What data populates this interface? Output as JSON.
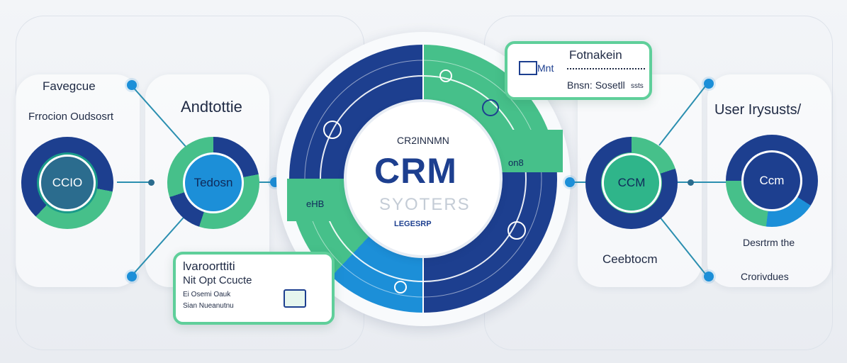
{
  "center": {
    "top_text": "CR2INNMN",
    "title": "CRM",
    "subtitle": "SYOTERS",
    "bottom_text": "LEGESRP"
  },
  "wheel_labels": {
    "right": "on8",
    "left": "eHB"
  },
  "left_panel": {
    "heading": "Favegcue",
    "subheading": "Frrocion Oudsosrt",
    "ring1_label": "CCIO",
    "ring2_title": "Andtottie",
    "ring2_label": "Tedosn"
  },
  "bottom_callout": {
    "line1": "lvaroorttiti",
    "line2": "Nit Opt Ccucte",
    "line3": "Ei Osemi Oauk",
    "line4": "Sian Nueanutnu"
  },
  "top_callout": {
    "title": "Fotnakein",
    "logo_text": "Mnt",
    "small_text": "Bnsn: Sosetll",
    "suffix": "ssts"
  },
  "right_panel": {
    "heading": "User Irysusts/",
    "ring1_label": "CCM",
    "ring1_caption": "Ceebtocm",
    "ring2_label": "Ccm",
    "ring2_caption1": "Desrtrm the",
    "ring2_caption2": "Crorivdues"
  },
  "colors": {
    "navy": "#1d3f8f",
    "green": "#46c08a",
    "blue": "#1c8fd8",
    "callout_border": "#5fcf9a"
  }
}
